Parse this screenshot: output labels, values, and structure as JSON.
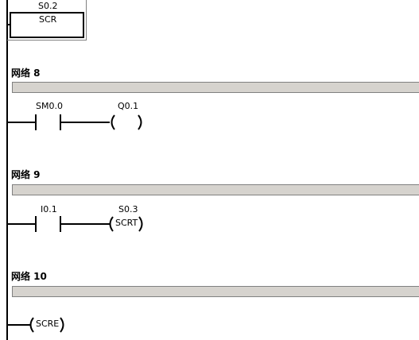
{
  "networks": [
    {
      "title": "网络 8",
      "contact": {
        "address": "SM0.0",
        "type": "normally-open"
      },
      "coil": {
        "address": "Q0.1",
        "label": ""
      }
    },
    {
      "title": "网络 9",
      "contact": {
        "address": "I0.1",
        "type": "normally-open"
      },
      "coil": {
        "address": "S0.3",
        "label": "SCRT"
      }
    },
    {
      "title": "网络 10",
      "coil": {
        "label": "SCRE"
      }
    }
  ],
  "scr_block": {
    "address": "S0.2",
    "label": "SCR"
  }
}
